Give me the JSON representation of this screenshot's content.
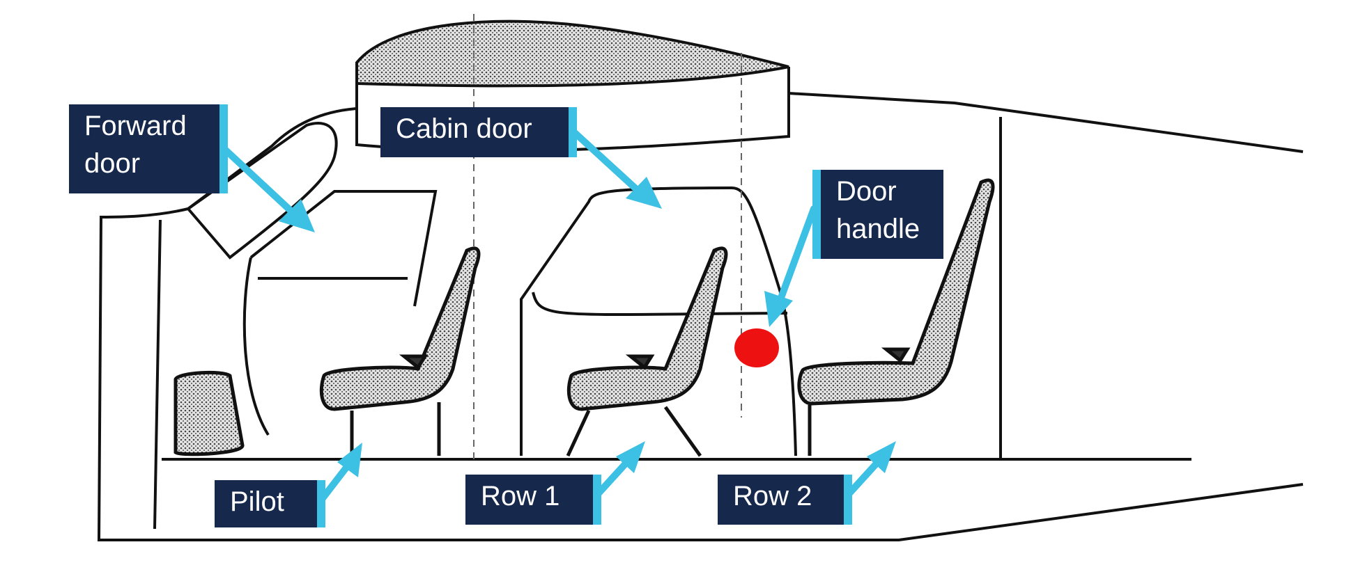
{
  "labels": {
    "forward_door": "Forward\ndoor",
    "cabin_door": "Cabin door",
    "door_handle": "Door\nhandle",
    "pilot": "Pilot",
    "row1": "Row 1",
    "row2": "Row 2"
  },
  "colors": {
    "label_background": "#16284c",
    "label_text": "#ffffff",
    "arrow": "#3cc0e4",
    "door_handle_marker": "#ee1111",
    "line_art": "#111111",
    "seat_fill": "#cfcfcf"
  }
}
